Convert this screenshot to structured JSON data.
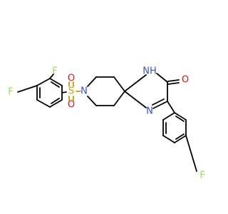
{
  "molecule": {
    "atoms": {
      "f_top": "F",
      "f_left": "F",
      "f_right": "F",
      "s": "S",
      "o_sulfonyl_top": "O",
      "o_sulfonyl_bottom": "O",
      "n_piperidine": "N",
      "nh": "NH",
      "n_imine": "N",
      "o_carbonyl": "O"
    }
  },
  "colors": {
    "carbon_bond": "#000000",
    "fluorine": "#90E050",
    "nitrogen": "#3050F8",
    "oxygen": "#FF0D0D",
    "sulfur": "#C8A000"
  }
}
